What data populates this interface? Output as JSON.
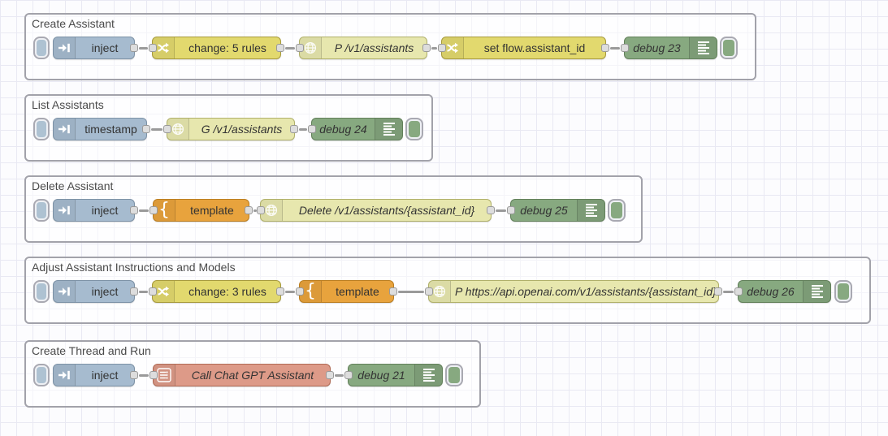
{
  "colors": {
    "inject": "#a6bbcf",
    "change": "#e2d96e",
    "http_request": "#e7e7ae",
    "template": "#e8a33d",
    "debug": "#87a980",
    "subflow": "#dd9a88",
    "group_border": "#a2a2aa",
    "wire": "#9a9a9a"
  },
  "groups": [
    {
      "title": "Create Assistant",
      "nodes": [
        {
          "type": "inject",
          "label": "inject",
          "icon": "inject-arrow-icon"
        },
        {
          "type": "change",
          "label": "change: 5 rules",
          "icon": "shuffle-icon"
        },
        {
          "type": "http request",
          "label": "P /v1/assistants",
          "icon": "globe-icon"
        },
        {
          "type": "change",
          "label": "set flow.assistant_id",
          "icon": "shuffle-icon"
        },
        {
          "type": "debug",
          "label": "debug 23",
          "icon": "console-lines-icon"
        }
      ]
    },
    {
      "title": "List Assistants",
      "nodes": [
        {
          "type": "inject",
          "label": "timestamp",
          "icon": "inject-arrow-icon"
        },
        {
          "type": "http request",
          "label": "G /v1/assistants",
          "icon": "globe-icon"
        },
        {
          "type": "debug",
          "label": "debug 24",
          "icon": "console-lines-icon"
        }
      ]
    },
    {
      "title": "Delete Assistant",
      "nodes": [
        {
          "type": "inject",
          "label": "inject",
          "icon": "inject-arrow-icon"
        },
        {
          "type": "template",
          "label": "template",
          "icon": "curly-brace-icon"
        },
        {
          "type": "http request",
          "label": "Delete /v1/assistants/{assistant_id}",
          "icon": "globe-icon"
        },
        {
          "type": "debug",
          "label": "debug 25",
          "icon": "console-lines-icon"
        }
      ]
    },
    {
      "title": "Adjust Assistant Instructions and Models",
      "nodes": [
        {
          "type": "inject",
          "label": "inject",
          "icon": "inject-arrow-icon"
        },
        {
          "type": "change",
          "label": "change: 3 rules",
          "icon": "shuffle-icon"
        },
        {
          "type": "template",
          "label": "template",
          "icon": "curly-brace-icon"
        },
        {
          "type": "http request",
          "label": "P https://api.openai.com/v1/assistants/{assistant_id}",
          "icon": "globe-icon"
        },
        {
          "type": "debug",
          "label": "debug 26",
          "icon": "console-lines-icon"
        }
      ]
    },
    {
      "title": "Create Thread and Run",
      "nodes": [
        {
          "type": "inject",
          "label": "inject",
          "icon": "inject-arrow-icon"
        },
        {
          "type": "subflow",
          "label": "Call Chat GPT Assistant",
          "icon": "subflow-icon"
        },
        {
          "type": "debug",
          "label": "debug 21",
          "icon": "console-lines-icon"
        }
      ]
    }
  ]
}
